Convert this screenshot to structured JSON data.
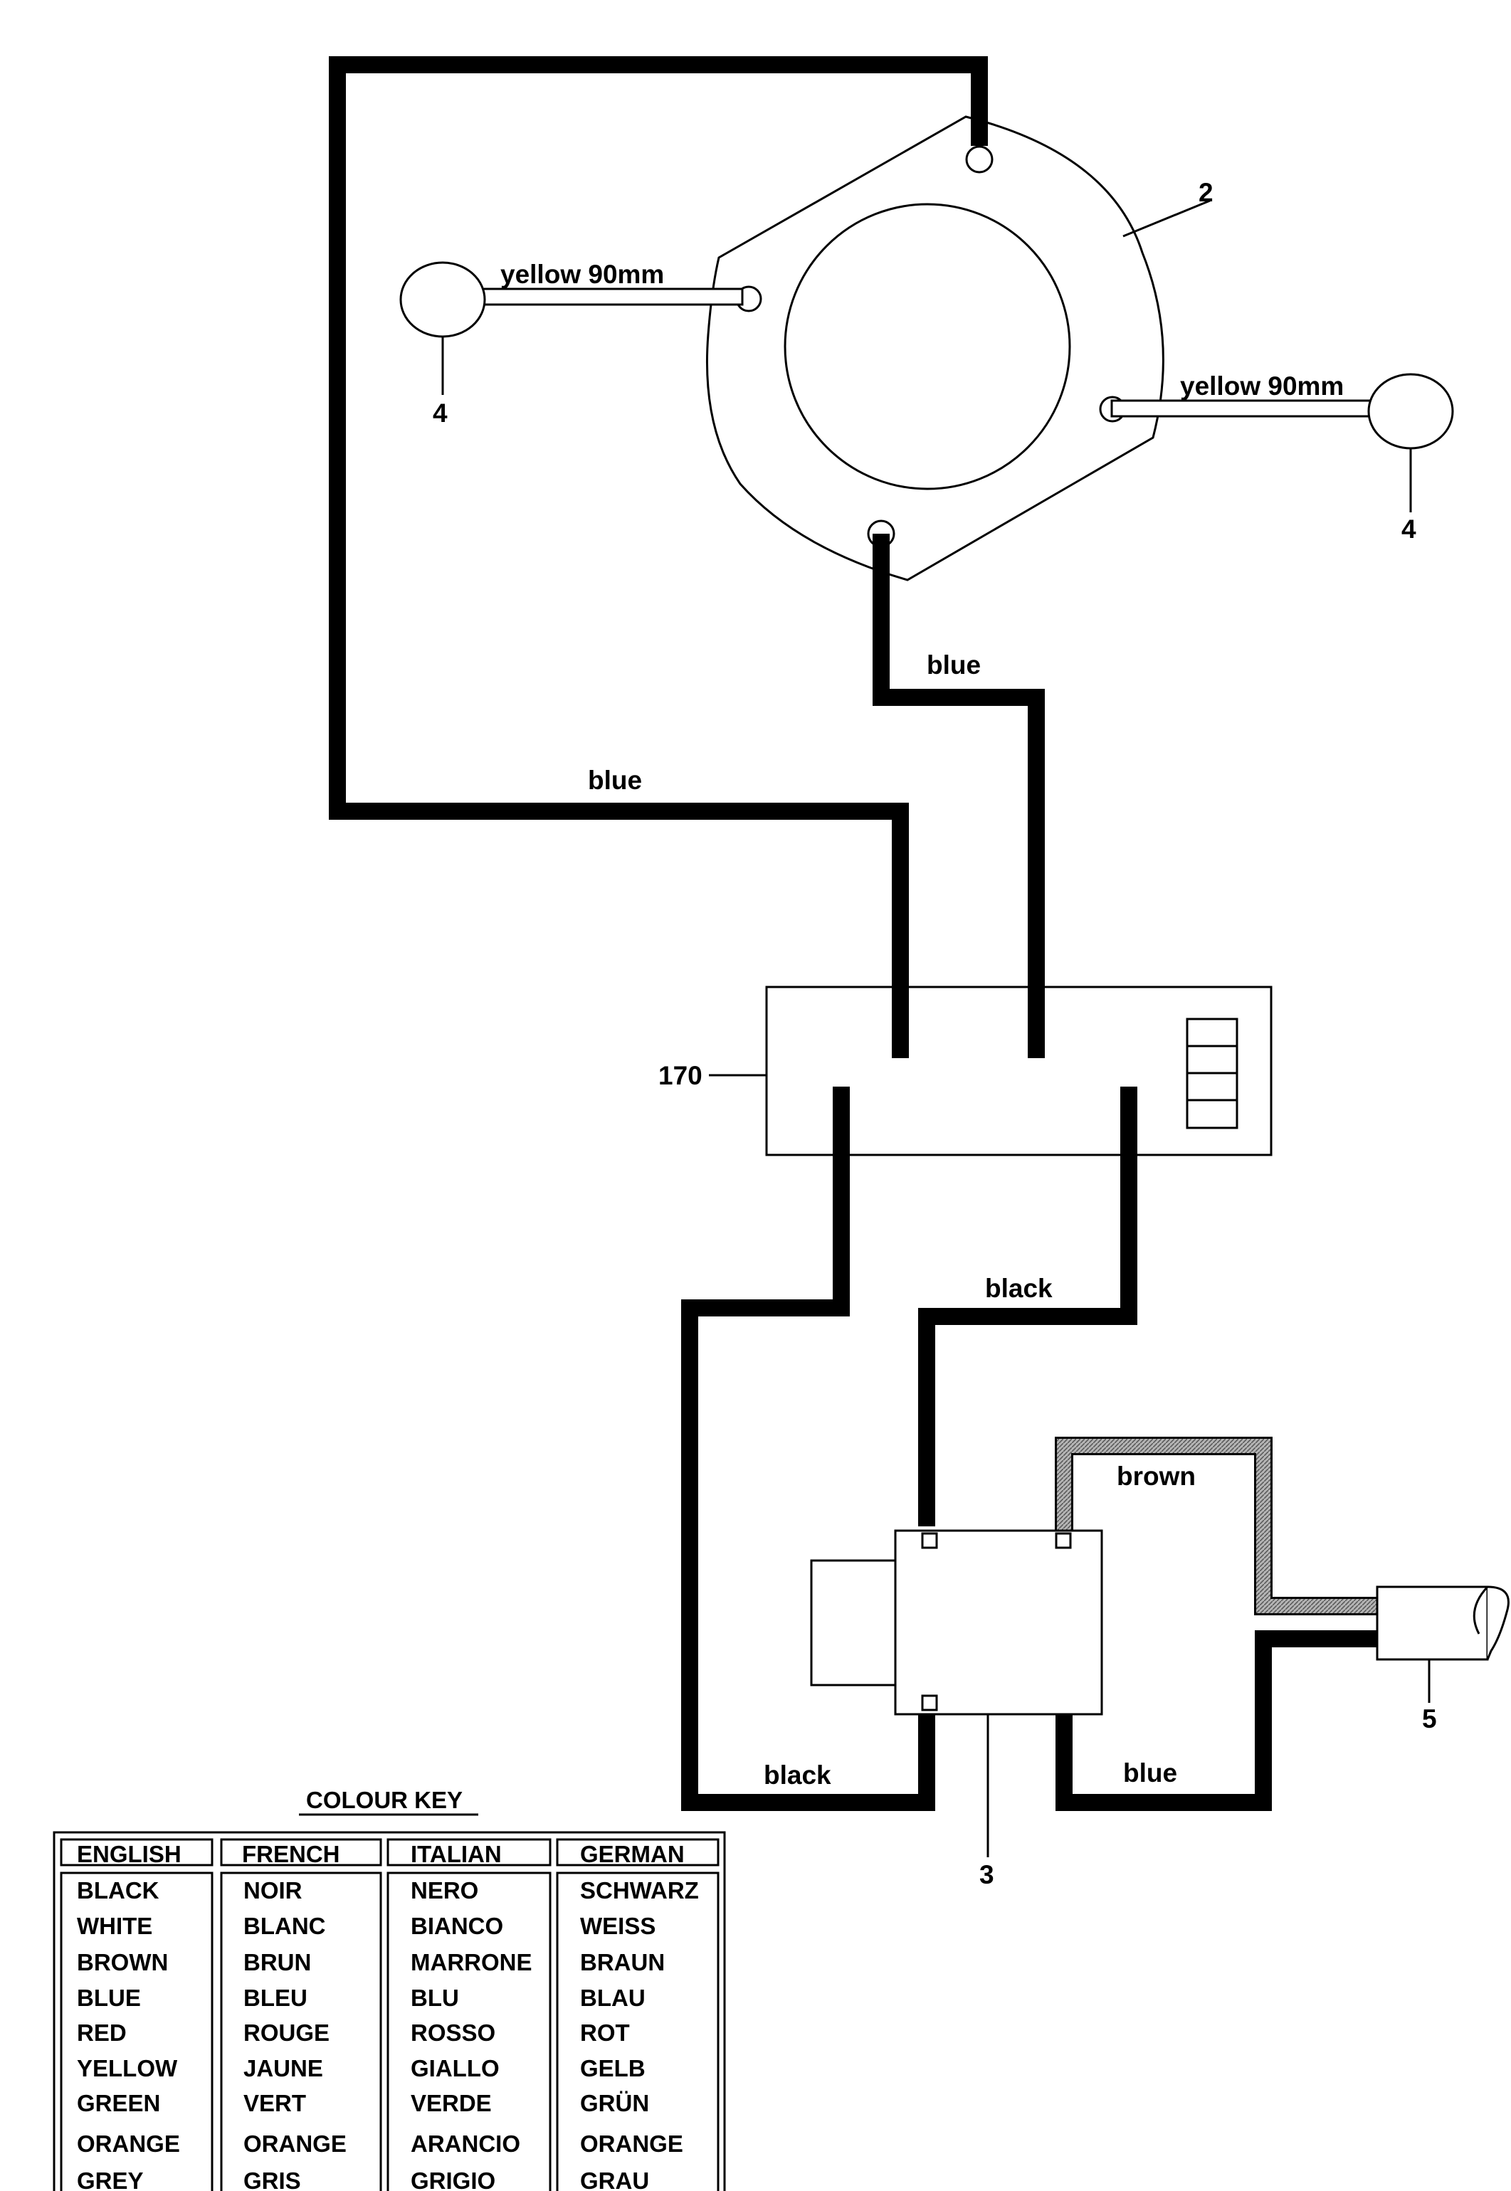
{
  "callouts": {
    "motor": "2",
    "switch": "3",
    "brush_left": "4",
    "brush_right": "4",
    "cable": "5",
    "capacitor": "170"
  },
  "wire_labels": {
    "yellow_left": "yellow 90mm",
    "yellow_right": "yellow 90mm",
    "blue_upper": "blue",
    "blue_left": "blue",
    "black_upper": "black",
    "brown": "brown",
    "black_lower": "black",
    "blue_lower": "blue"
  },
  "wire_colors": {
    "black": "#000000",
    "brown": "#8c8c8c",
    "yellow": "#ffffff"
  },
  "colour_key": {
    "title": "COLOUR KEY",
    "headers": [
      "ENGLISH",
      "FRENCH",
      "ITALIAN",
      "GERMAN"
    ],
    "rows": [
      [
        "BLACK",
        "NOIR",
        "NERO",
        "SCHWARZ"
      ],
      [
        "WHITE",
        "BLANC",
        "BIANCO",
        "WEISS"
      ],
      [
        "BROWN",
        "BRUN",
        "MARRONE",
        "BRAUN"
      ],
      [
        "BLUE",
        "BLEU",
        "BLU",
        "BLAU"
      ],
      [
        "RED",
        "ROUGE",
        "ROSSO",
        "ROT"
      ],
      [
        "YELLOW",
        "JAUNE",
        "GIALLO",
        "GELB"
      ],
      [
        "GREEN",
        "VERT",
        "VERDE",
        "GRÜN"
      ],
      [
        "ORANGE",
        "ORANGE",
        "ARANCIO",
        "ORANGE"
      ],
      [
        "GREY",
        "GRIS",
        "GRIGIO",
        "GRAU"
      ]
    ]
  }
}
